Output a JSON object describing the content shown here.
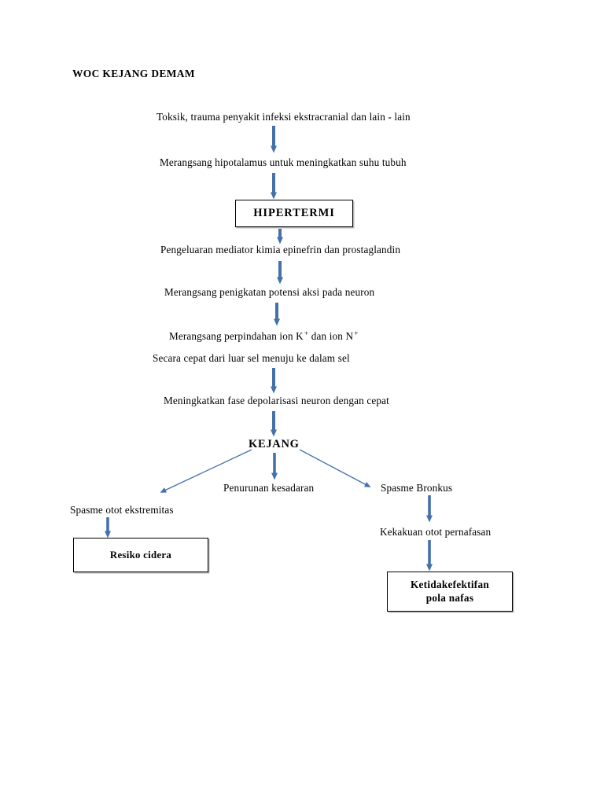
{
  "document": {
    "title": "WOC KEJANG DEMAM"
  },
  "theme": {
    "arrow_color": "#4472A8",
    "box_border_color": "#000000",
    "text_color": "#000000",
    "background": "#FFFFFF"
  },
  "flow": {
    "nodes": [
      {
        "id": "trigger",
        "label": "Toksik, trauma penyakit infeksi ekstracranial dan lain - lain",
        "kind": "text"
      },
      {
        "id": "hypothalamus",
        "label": "Merangsang hipotalamus untuk meningkatkan suhu tubuh",
        "kind": "text"
      },
      {
        "id": "hipertermi",
        "label": "HIPERTERMI",
        "kind": "box"
      },
      {
        "id": "mediator",
        "label": "Pengeluaran mediator kimia epinefrin dan prostaglandin",
        "kind": "text"
      },
      {
        "id": "potensi-aksi",
        "label": "Merangsang penigkatan potensi aksi pada neuron",
        "kind": "text"
      },
      {
        "id": "ion-line1",
        "label_prefix": "Merangsang perpindahan ion K",
        "label_middle": " dan ion N",
        "superscript": "+",
        "kind": "text-superscript"
      },
      {
        "id": "ion-line2",
        "label": "Secara cepat dari luar sel menuju ke dalam sel",
        "kind": "text"
      },
      {
        "id": "depolarisasi",
        "label": "Meningkatkan fase depolarisasi neuron dengan cepat",
        "kind": "text"
      },
      {
        "id": "kejang",
        "label": "KEJANG",
        "kind": "heading"
      },
      {
        "id": "penurunan-kesadaran",
        "label": "Penurunan kesadaran",
        "kind": "text"
      },
      {
        "id": "spasme-bronkus",
        "label": "Spasme Bronkus",
        "kind": "text"
      },
      {
        "id": "spasme-otot",
        "label": "Spasme otot ekstremitas",
        "kind": "text"
      },
      {
        "id": "kekakuan-otot",
        "label": "Kekakuan otot pernafasan",
        "kind": "text"
      },
      {
        "id": "resiko-cidera",
        "label": "Resiko cidera",
        "kind": "box"
      },
      {
        "id": "pola-nafas",
        "label_line1": "Ketidakefektifan",
        "label_line2": "pola nafas",
        "kind": "box"
      }
    ]
  }
}
